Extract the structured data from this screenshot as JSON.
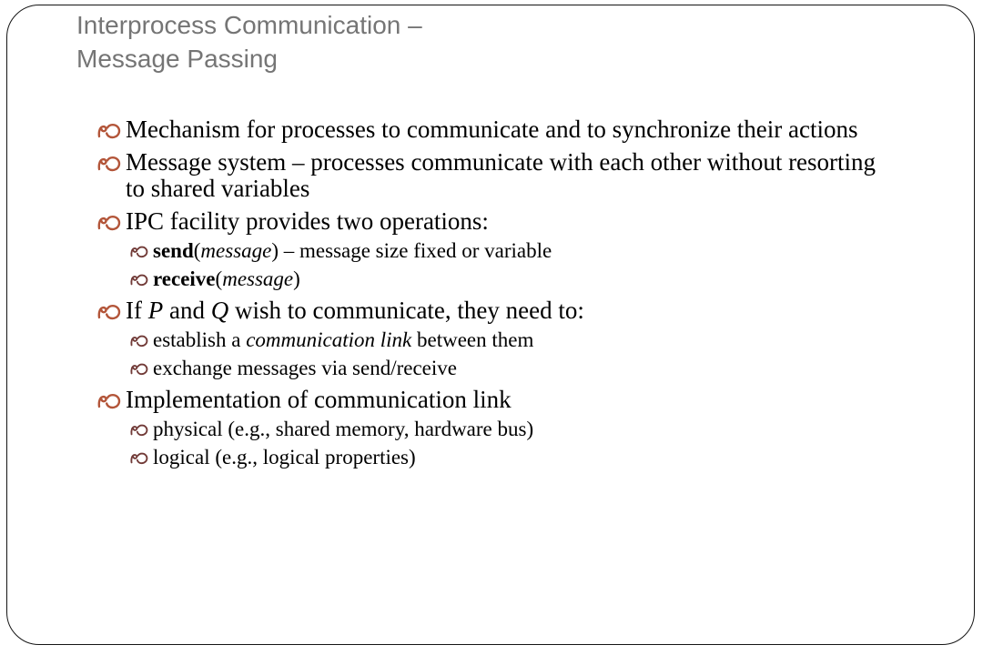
{
  "slide": {
    "title": {
      "line1": "Interprocess Communication –",
      "line2": "Message Passing"
    },
    "colors": {
      "title_text": "#757575",
      "body_text": "#000000",
      "bullet_level1": "#b35539",
      "bullet_level2": "#713a37",
      "border": "#151515",
      "background": "#ffffff"
    },
    "icons": {
      "bullet_glyph": "decorative-double-loop-bullet-icon"
    },
    "bullets": [
      {
        "level": 1,
        "runs": [
          {
            "text": "Mechanism for processes to communicate and to synchronize their actions"
          }
        ]
      },
      {
        "level": 1,
        "runs": [
          {
            "text": "Message system – processes communicate with each other without resorting to shared variables"
          }
        ]
      },
      {
        "level": 1,
        "runs": [
          {
            "text": "IPC facility provides two operations:"
          }
        ]
      },
      {
        "level": 2,
        "runs": [
          {
            "text": "send",
            "bold": true
          },
          {
            "text": "("
          },
          {
            "text": "message",
            "italic": true
          },
          {
            "text": ") – message size fixed or variable"
          }
        ]
      },
      {
        "level": 2,
        "runs": [
          {
            "text": "receive",
            "bold": true
          },
          {
            "text": "("
          },
          {
            "text": "message",
            "italic": true
          },
          {
            "text": ")"
          }
        ]
      },
      {
        "level": 1,
        "runs": [
          {
            "text": "If "
          },
          {
            "text": "P",
            "italic": true
          },
          {
            "text": " and "
          },
          {
            "text": "Q",
            "italic": true
          },
          {
            "text": " wish to communicate, they need to:"
          }
        ]
      },
      {
        "level": 2,
        "runs": [
          {
            "text": "establish a "
          },
          {
            "text": "communication link",
            "italic": true
          },
          {
            "text": " between them"
          }
        ]
      },
      {
        "level": 2,
        "runs": [
          {
            "text": "exchange messages via send/receive"
          }
        ]
      },
      {
        "level": 1,
        "runs": [
          {
            "text": "Implementation of communication link"
          }
        ]
      },
      {
        "level": 2,
        "runs": [
          {
            "text": "physical (e.g., shared memory, hardware bus)"
          }
        ]
      },
      {
        "level": 2,
        "runs": [
          {
            "text": "logical (e.g., logical properties)"
          }
        ]
      }
    ]
  }
}
